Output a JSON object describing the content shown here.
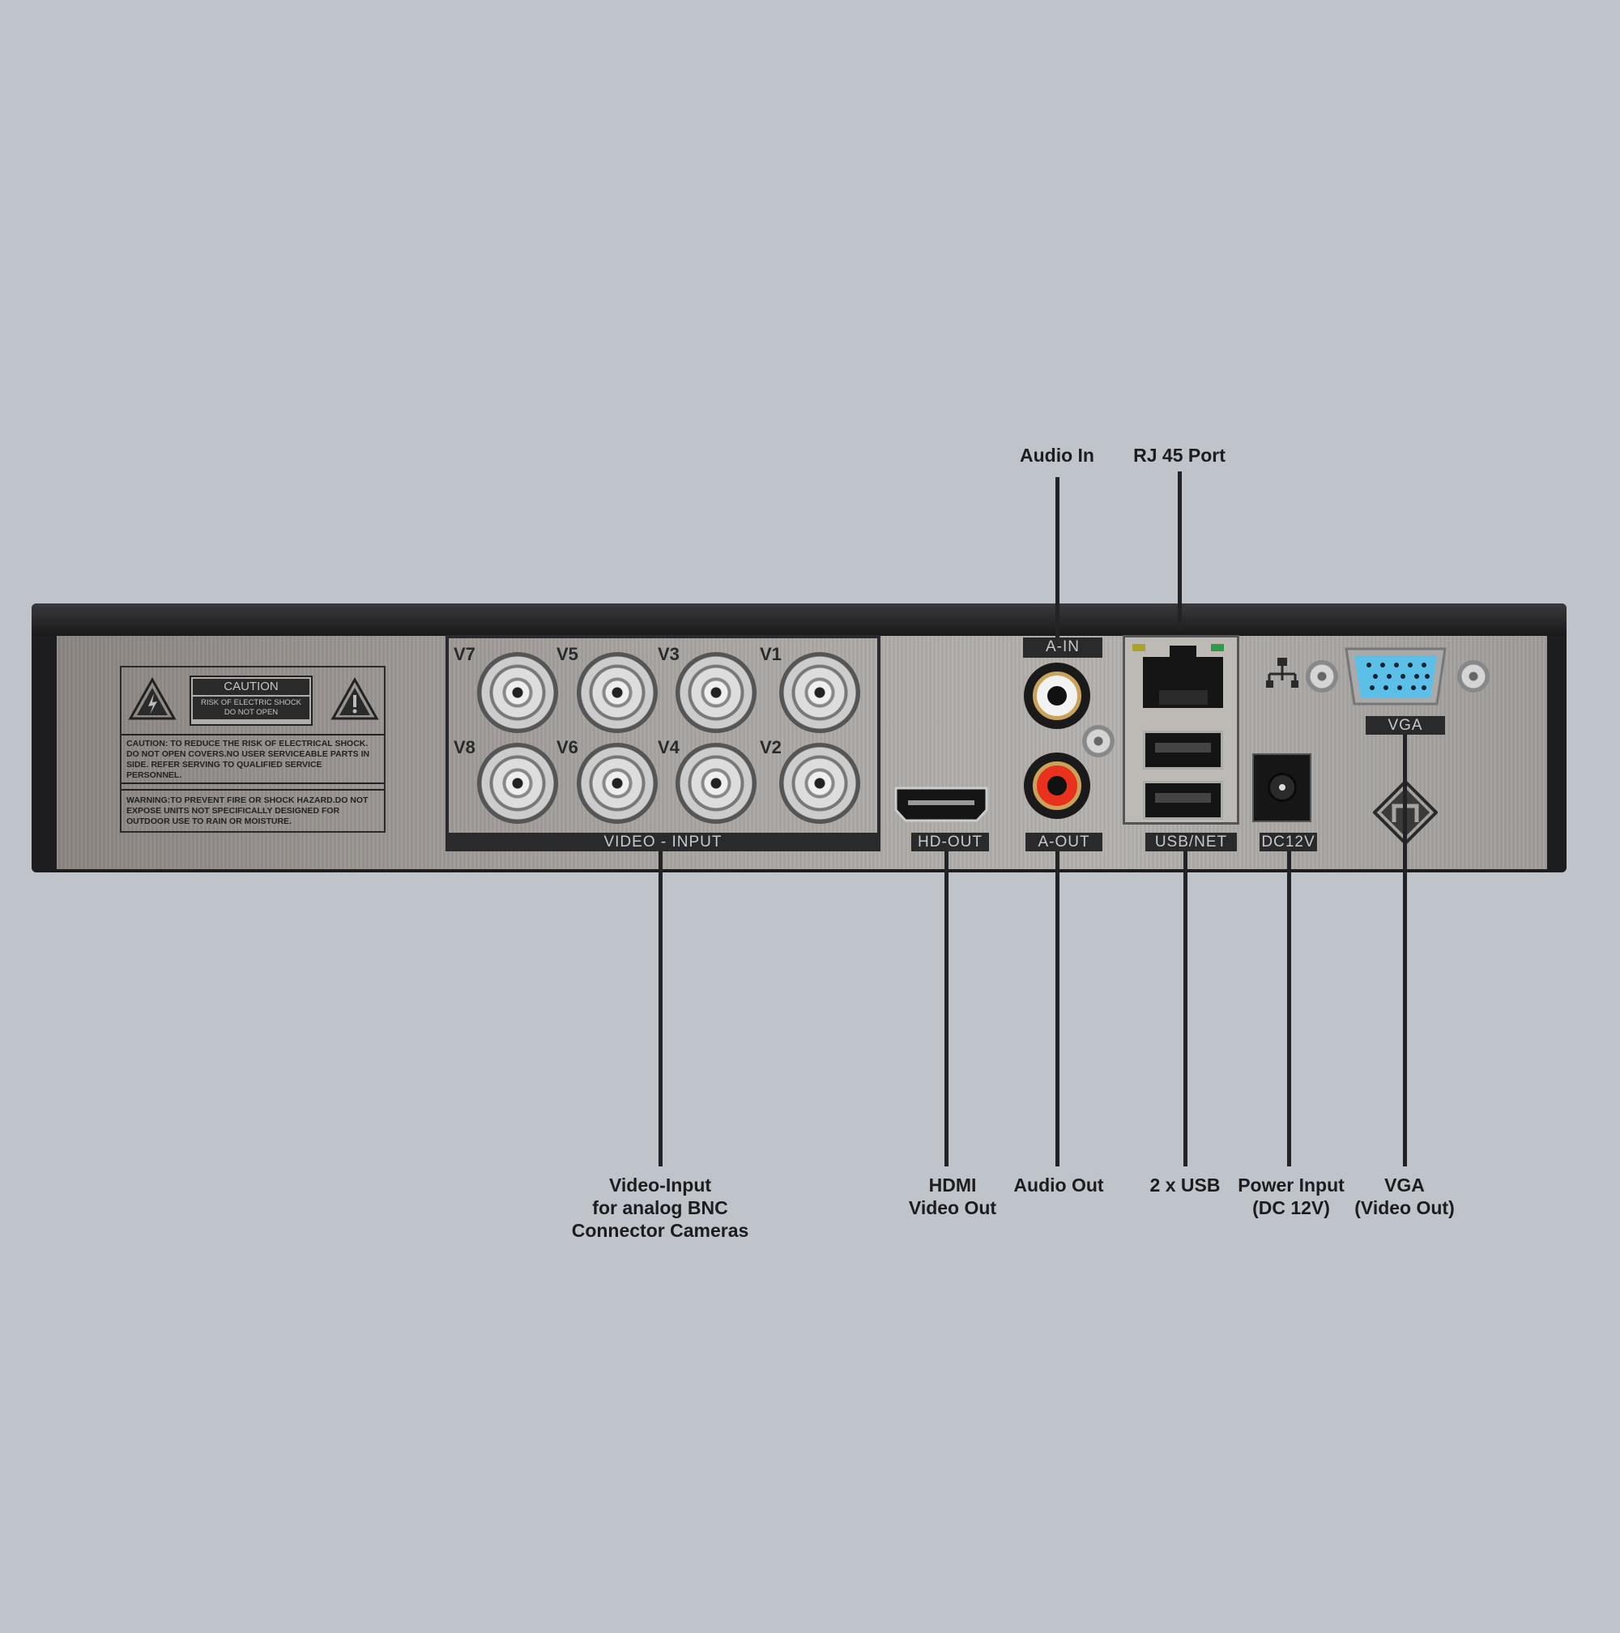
{
  "annotations": {
    "audio_in": "Audio In",
    "rj45": "RJ 45 Port",
    "video_input": [
      "Video-Input",
      "for analog BNC",
      "Connector Cameras"
    ],
    "hdmi": [
      "HDMI",
      "Video Out"
    ],
    "audio_out": "Audio Out",
    "usb": "2 x USB",
    "power": [
      "Power Input",
      "(DC 12V)"
    ],
    "vga": [
      "VGA",
      "(Video Out)"
    ]
  },
  "panel_labels": {
    "video_input": "VIDEO - INPUT",
    "hd_out": "HD-OUT",
    "a_in": "A-IN",
    "a_out": "A-OUT",
    "usb_net": "USB/NET",
    "dc12v": "DC12V",
    "vga": "VGA"
  },
  "channels": [
    "V7",
    "V5",
    "V3",
    "V1",
    "V8",
    "V6",
    "V4",
    "V2"
  ],
  "caution_label": {
    "title": "CAUTION",
    "subtitle": [
      "RISK OF ELECTRIC SHOCK",
      "DO NOT OPEN"
    ],
    "caution_text": "CAUTION: TO REDUCE THE RISK OF ELECTRICAL SHOCK. DO NOT OPEN COVERS.NO USER SERVICEABLE PARTS IN SIDE. REFER SERVING TO QUALIFIED SERVICE PERSONNEL.",
    "warning_text": "WARNING:TO PREVENT FIRE OR SHOCK HAZARD.DO NOT EXPOSE UNITS NOT SPECIFICALLY DESIGNED FOR OUTDOOR USE TO RAIN OR MOISTURE."
  },
  "colors": {
    "background": "#bec4ca",
    "vga_port": "#5cbfe8",
    "audio_out_ring": "#e8321e",
    "led_left": "#a8a32a",
    "led_right": "#2e9a4a"
  }
}
